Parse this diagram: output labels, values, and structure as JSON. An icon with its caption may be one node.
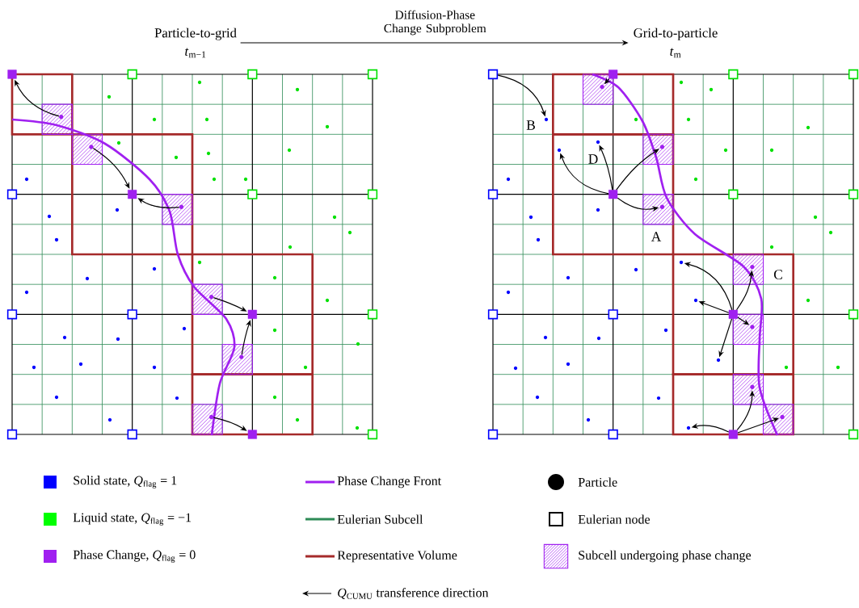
{
  "diagram": {
    "nodes": [
      {
        "text": [
          "Particle-to-grid",
          "*t*$_{m−1}$"
        ]
      },
      {
        "text": [
          "Grid-to-particle",
          "*t*$_{m}$"
        ]
      },
      {
        "text": [],
        "shape": "box"
      },
      {
        "text": [],
        "shape": "box"
      },
      {
        "text": [],
        "shape": "box"
      },
      {
        "text": [],
        "shape": "box"
      },
      {
        "text": [],
        "shape": "box"
      },
      {
        "text": [],
        "shape": "box"
      },
      {
        "text": [],
        "shape": "box"
      },
      {
        "text": [],
        "shape": "box"
      },
      {
        "text": [],
        "shape": "box"
      },
      {
        "text": [],
        "shape": "box"
      },
      {
        "text": [],
        "shape": "box"
      },
      {
        "text": [],
        "shape": "box"
      },
      {
        "text": [],
        "shape": "box"
      },
      {
        "text": [],
        "shape": "box"
      },
      {
        "text": [],
        "shape": "box"
      },
      {
        "text": [],
        "shape": "box"
      },
      {
        "text": [],
        "shape": "box"
      },
      {
        "text": [],
        "shape": "circle",
        "in": 18
      },
      {
        "text": [],
        "shape": "box"
      },
      {
        "text": [],
        "shape": "circle",
        "in": 20
      },
      {
        "text": [],
        "shape": "box"
      },
      {
        "text": [],
        "shape": "circle",
        "in": 22
      },
      {
        "text": [],
        "shape": "box"
      },
      {
        "text": [],
        "shape": "circle",
        "in": 24
      },
      {
        "text": [],
        "shape": "box"
      },
      {
        "text": [],
        "shape": "circle",
        "in": 26
      },
      {
        "text": [],
        "shape": "box"
      },
      {
        "text": [],
        "shape": "circle",
        "in": 28
      },
      {
        "text": [],
        "shape": "circle"
      },
      {
        "text": [],
        "shape": "circle"
      },
      {
        "text": [],
        "shape": "circle"
      },
      {
        "text": [],
        "shape": "circle"
      },
      {
        "text": [],
        "shape": "circle"
      },
      {
        "text": [],
        "shape": "circle"
      },
      {
        "text": [],
        "shape": "circle"
      },
      {
        "text": [],
        "shape": "circle"
      },
      {
        "text": [],
        "shape": "circle"
      },
      {
        "text": [],
        "shape": "circle"
      },
      {
        "text": [],
        "shape": "circle"
      },
      {
        "text": [],
        "shape": "circle"
      },
      {
        "text": [],
        "shape": "circle"
      },
      {
        "text": [],
        "shape": "circle"
      },
      {
        "text": [],
        "shape": "circle"
      },
      {
        "text": [],
        "shape": "circle"
      },
      {
        "text": [],
        "shape": "circle"
      },
      {
        "text": [],
        "shape": "circle"
      },
      {
        "text": [],
        "shape": "circle"
      },
      {
        "text": [],
        "shape": "circle"
      },
      {
        "text": [],
        "shape": "circle"
      },
      {
        "text": [],
        "shape": "circle"
      },
      {
        "text": [],
        "shape": "circle"
      },
      {
        "text": [],
        "shape": "circle"
      },
      {
        "text": [],
        "shape": "circle"
      },
      {
        "text": [],
        "shape": "circle"
      },
      {
        "text": [],
        "shape": "circle"
      },
      {
        "text": [],
        "shape": "circle"
      },
      {
        "text": [],
        "shape": "circle"
      },
      {
        "text": [],
        "shape": "circle"
      },
      {
        "text": [],
        "shape": "circle"
      },
      {
        "text": [],
        "shape": "circle"
      },
      {
        "text": [],
        "shape": "circle"
      },
      {
        "text": [],
        "shape": "circle"
      },
      {
        "text": [],
        "shape": "circle"
      },
      {
        "text": [],
        "shape": "circle"
      },
      {
        "text": [],
        "shape": "circle"
      },
      {
        "text": [],
        "shape": "circle"
      },
      {
        "text": [],
        "shape": "circle"
      },
      {
        "text": [],
        "shape": "circle"
      },
      {
        "text": [],
        "shape": "box"
      },
      {
        "text": [],
        "shape": "box"
      },
      {
        "text": [],
        "shape": "box"
      },
      {
        "text": [],
        "shape": "box"
      },
      {
        "text": [],
        "shape": "box"
      },
      {
        "text": [],
        "shape": "box"
      },
      {
        "text": [],
        "shape": "box"
      },
      {
        "text": [],
        "shape": "box"
      },
      {
        "text": [],
        "shape": "box"
      },
      {
        "text": [],
        "shape": "box"
      },
      {
        "text": [],
        "shape": "box"
      },
      {
        "text": [],
        "shape": "box"
      },
      {
        "text": [],
        "shape": "box"
      },
      {
        "text": [],
        "shape": "box"
      },
      {
        "text": [],
        "shape": "box"
      },
      {
        "text": [],
        "shape": "box"
      },
      {
        "text": [],
        "shape": "box"
      },
      {
        "text": [],
        "shape": "circle",
        "in": 86
      },
      {
        "text": [],
        "shape": "box"
      },
      {
        "text": [],
        "shape": "circle",
        "in": 88
      },
      {
        "text": [],
        "shape": "box",
        "beside": [
          "A"
        ]
      },
      {
        "text": [],
        "shape": "circle",
        "in": 90
      },
      {
        "text": [],
        "shape": "box",
        "beside": [
          "C"
        ]
      },
      {
        "text": [],
        "shape": "circle",
        "in": 92
      },
      {
        "text": [],
        "shape": "box"
      },
      {
        "text": [],
        "shape": "circle",
        "in": 94
      },
      {
        "text": [],
        "shape": "box"
      },
      {
        "text": [],
        "shape": "circle",
        "in": 96
      },
      {
        "text": [],
        "shape": "box"
      },
      {
        "text": [],
        "shape": "circle",
        "in": 98
      },
      {
        "text": [],
        "shape": "circle",
        "beside": [
          "B"
        ]
      },
      {
        "text": [],
        "shape": "circle"
      },
      {
        "text": [],
        "shape": "circle",
        "beside": [
          "D"
        ]
      },
      {
        "text": [],
        "shape": "circle"
      },
      {
        "text": [],
        "shape": "circle"
      },
      {
        "text": [],
        "shape": "circle"
      },
      {
        "text": [],
        "shape": "circle"
      },
      {
        "text": [],
        "shape": "circle"
      },
      {
        "text": [],
        "shape": "circle"
      },
      {
        "text": [],
        "shape": "circle"
      },
      {
        "text": [],
        "shape": "circle"
      },
      {
        "text": [],
        "shape": "circle"
      },
      {
        "text": [],
        "shape": "circle"
      },
      {
        "text": [],
        "shape": "circle"
      },
      {
        "text": [],
        "shape": "circle"
      },
      {
        "text": [],
        "shape": "circle"
      },
      {
        "text": [],
        "shape": "circle"
      },
      {
        "text": [],
        "shape": "circle"
      },
      {
        "text": [],
        "shape": "circle"
      },
      {
        "text": [],
        "shape": "circle"
      },
      {
        "text": [],
        "shape": "circle"
      },
      {
        "text": [],
        "shape": "circle"
      },
      {
        "text": [],
        "shape": "circle"
      },
      {
        "text": [],
        "shape": "circle"
      },
      {
        "text": [],
        "shape": "circle"
      },
      {
        "text": [],
        "shape": "circle"
      },
      {
        "text": [],
        "shape": "circle"
      },
      {
        "text": [],
        "shape": "circle"
      },
      {
        "text": [],
        "shape": "circle"
      },
      {
        "text": [],
        "shape": "circle"
      },
      {
        "text": [],
        "shape": "circle"
      },
      {
        "text": [],
        "shape": "circle"
      },
      {
        "text": [],
        "shape": "circle"
      },
      {
        "text": [],
        "shape": "circle"
      },
      {
        "text": [],
        "shape": "circle"
      },
      {
        "text": [],
        "shape": "circle"
      }
    ],
    "edges": [
      {
        "from": 0,
        "to": 1,
        "arrow": "to",
        "label": "Diffusion-Phase Change Subproblem"
      },
      {
        "from": 19,
        "to": 2,
        "arrow": "to"
      },
      {
        "from": 21,
        "to": 7,
        "arrow": "to"
      },
      {
        "from": 23,
        "to": 7,
        "arrow": "to"
      },
      {
        "from": 25,
        "to": 12,
        "arrow": "to"
      },
      {
        "from": 27,
        "to": 12,
        "arrow": "to"
      },
      {
        "from": 29,
        "to": 16,
        "arrow": "to"
      },
      {
        "from": 70,
        "to": 100,
        "arrow": "to"
      },
      {
        "from": 71,
        "to": 87,
        "arrow": "to"
      },
      {
        "from": 75,
        "to": 101,
        "arrow": "to"
      },
      {
        "from": 75,
        "to": 102,
        "arrow": "to"
      },
      {
        "from": 75,
        "to": 89,
        "arrow": "to"
      },
      {
        "from": 75,
        "to": 91,
        "arrow": "to"
      },
      {
        "from": 80,
        "to": 115,
        "arrow": "to"
      },
      {
        "from": 80,
        "to": 116,
        "arrow": "to"
      },
      {
        "from": 80,
        "to": 93,
        "arrow": "to"
      },
      {
        "from": 80,
        "to": 95,
        "arrow": "to"
      },
      {
        "from": 80,
        "to": 118,
        "arrow": "to"
      },
      {
        "from": 84,
        "to": 119,
        "arrow": "to"
      },
      {
        "from": 84,
        "to": 97,
        "arrow": "to"
      },
      {
        "from": 84,
        "to": 99,
        "arrow": "to"
      }
    ],
    "legend": [
      {
        "text": "Solid state, *Q*$_{flag}$ = 1",
        "color": "#0000ff"
      },
      {
        "text": "Phase Change Front"
      },
      {
        "text": "Particle"
      },
      {
        "text": "Liquid state, *Q*$_{flag}$ = −1",
        "color": "#00ff00"
      },
      {
        "text": "Eulerian Subcell"
      },
      {
        "text": "Eulerian node"
      },
      {
        "text": "Phase Change, *Q*$_{flag}$ = 0",
        "color": "#a020f0"
      },
      {
        "text": "Representative Volume"
      },
      {
        "text": "Subcell undergoing phase change"
      },
      {
        "text": "*Q*$_{CUMU}$ transference direction"
      }
    ]
  }
}
